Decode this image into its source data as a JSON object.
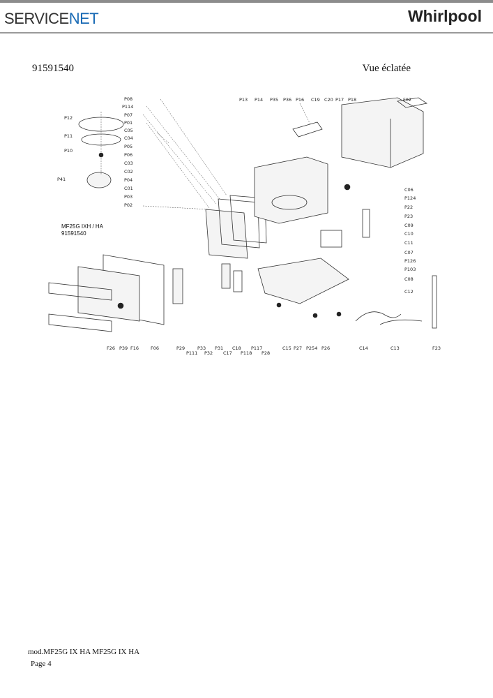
{
  "header": {
    "left_logo_text_a": "SERVICE",
    "left_logo_text_b": "NET",
    "right_logo_text": "Whirlpool"
  },
  "document": {
    "part_number": "91591540",
    "title": "Vue éclatée"
  },
  "diagram": {
    "model_label": "MF25G IXH  / HA",
    "model_number": "91591540",
    "labels": [
      "P08",
      "P114",
      "P07",
      "P01",
      "C05",
      "C04",
      "P05",
      "P06",
      "C03",
      "C02",
      "P04",
      "C01",
      "P03",
      "P02",
      "P12",
      "P11",
      "P10",
      "P41",
      "P13",
      "P14",
      "P35",
      "P36",
      "P16",
      "C19",
      "C20",
      "P17",
      "P18",
      "F02",
      "C06",
      "P124",
      "P22",
      "P23",
      "C09",
      "C10",
      "C11",
      "C07",
      "P126",
      "P103",
      "C08",
      "C12",
      "F26",
      "P39",
      "F16",
      "F06",
      "P29",
      "P111",
      "P33",
      "P32",
      "P31",
      "C17",
      "C18",
      "P118",
      "P117",
      "P28",
      "C15",
      "P27",
      "P254",
      "P26",
      "C14",
      "C13",
      "F23"
    ]
  },
  "footer": {
    "model_line": "mod.MF25G IX HA MF25G IX HA",
    "page_label": "Page 4"
  }
}
